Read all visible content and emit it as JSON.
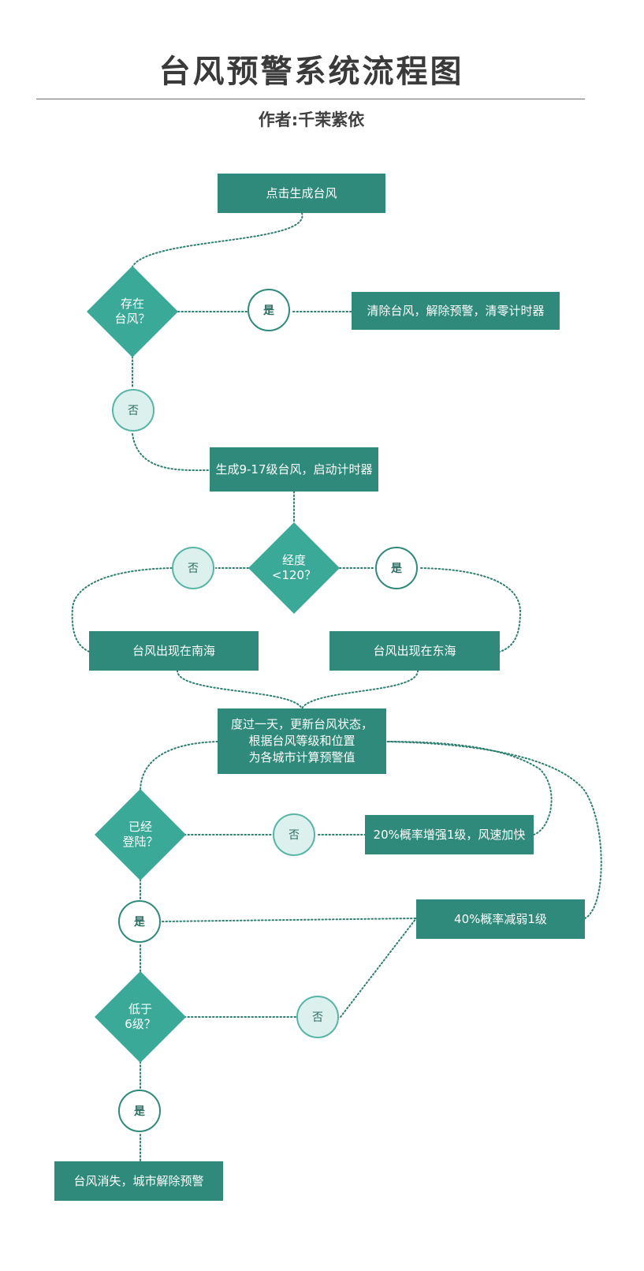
{
  "header": {
    "title": "台风预警系统流程图",
    "author": "作者:千茉紫依"
  },
  "colors": {
    "box": "#2f8a7b",
    "diamond": "#3aa998",
    "connector": "#2f7f71",
    "no_circle_fill": "#dcf1ee"
  },
  "nodes": {
    "start": "点击生成台风",
    "check_exists": "存在\n台风？",
    "clear_typhoon": "清除台风，解除预警，清零计时器",
    "generate": "生成9-17级台风，启动计时器",
    "check_longitude": "经度\n<120？",
    "south_sea": "台风出现在南海",
    "east_sea": "台风出现在东海",
    "daily_update": "度过一天，更新台风状态，\n根据台风等级和位置\n为各城市计算预警值",
    "check_landed": "已经\n登陆？",
    "strengthen": "20%概率增强1级，风速加快",
    "weaken": "40%概率减弱1级",
    "check_below6": "低于\n6级？",
    "dissipate": "台风消失，城市解除预警"
  },
  "decisions": {
    "exists_yes": "是",
    "exists_no": "否",
    "longitude_no": "否",
    "longitude_yes": "是",
    "landed_no": "否",
    "landed_yes": "是",
    "below6_no": "否",
    "below6_yes": "是"
  }
}
